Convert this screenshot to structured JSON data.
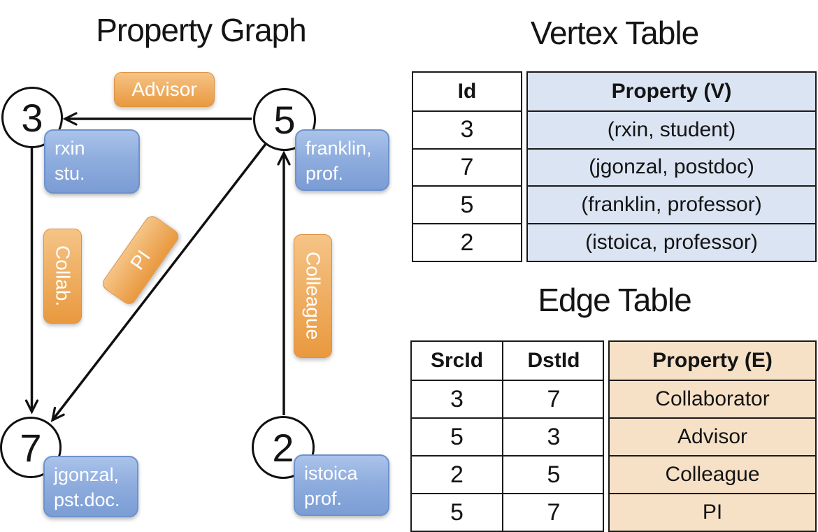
{
  "graph": {
    "title": "Property Graph",
    "nodes": [
      {
        "id": "3",
        "attr_lines": [
          "rxin",
          "stu."
        ]
      },
      {
        "id": "5",
        "attr_lines": [
          "franklin,",
          "prof."
        ]
      },
      {
        "id": "7",
        "attr_lines": [
          "jgonzal,",
          "pst.doc."
        ]
      },
      {
        "id": "2",
        "attr_lines": [
          "istoica",
          "prof."
        ]
      }
    ],
    "edge_labels": {
      "advisor": "Advisor",
      "collab": "Collab.",
      "pi": "PI",
      "colleague": "Colleague"
    },
    "edges": [
      {
        "from": "5",
        "to": "3",
        "label": "Advisor"
      },
      {
        "from": "3",
        "to": "7",
        "label": "Collab."
      },
      {
        "from": "5",
        "to": "7",
        "label": "PI"
      },
      {
        "from": "2",
        "to": "5",
        "label": "Colleague"
      }
    ]
  },
  "vertex_table": {
    "title": "Vertex Table",
    "columns": [
      "Id",
      "Property (V)"
    ],
    "rows": [
      [
        "3",
        "(rxin, student)"
      ],
      [
        "7",
        "(jgonzal, postdoc)"
      ],
      [
        "5",
        "(franklin, professor)"
      ],
      [
        "2",
        "(istoica, professor)"
      ]
    ]
  },
  "edge_table": {
    "title": "Edge Table",
    "columns": [
      "SrcId",
      "DstId",
      "Property (E)"
    ],
    "rows": [
      [
        "3",
        "7",
        "Collaborator"
      ],
      [
        "5",
        "3",
        "Advisor"
      ],
      [
        "2",
        "5",
        "Colleague"
      ],
      [
        "5",
        "7",
        "PI"
      ]
    ]
  },
  "colors": {
    "vertex_property_fill": "#dbe4f3",
    "edge_property_fill": "#f6e1c7",
    "vertex_attr_box_blue": "#7b9dd5",
    "edge_label_orange": "#e9993f",
    "line_black": "#101010"
  }
}
